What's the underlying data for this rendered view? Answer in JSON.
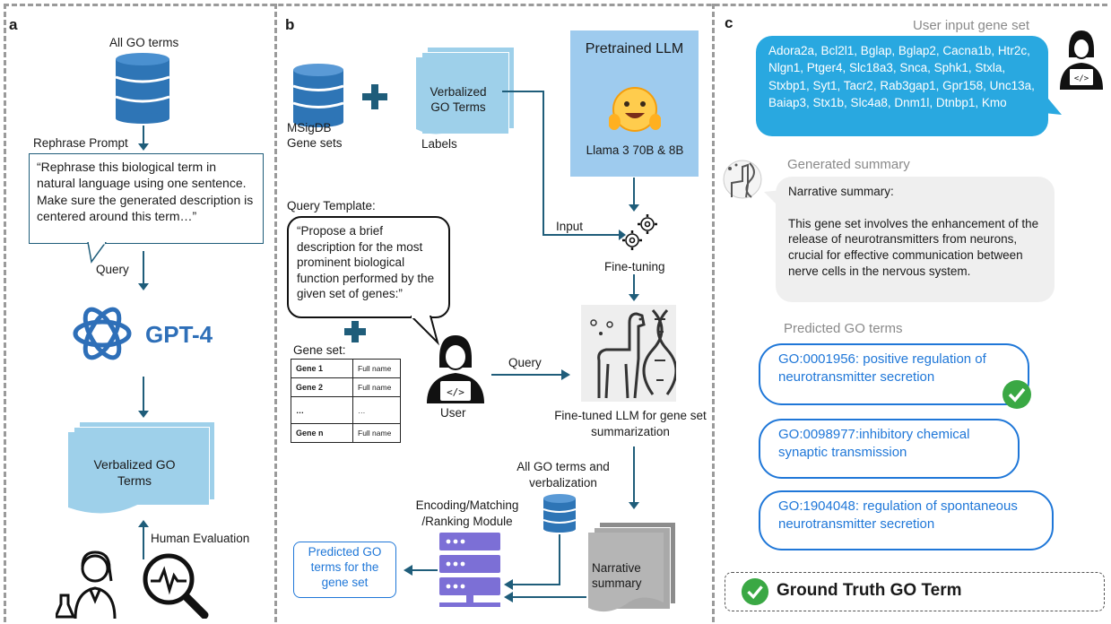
{
  "panels": {
    "a": "a",
    "b": "b",
    "c": "c"
  },
  "panel_a": {
    "all_go_terms": "All GO terms",
    "rephrase_prompt_label": "Rephrase Prompt",
    "rephrase_prompt_text": "“Rephrase this biological term in natural language using one sentence. Make sure the generated description is centered around this term…”",
    "query_label": "Query",
    "gpt4_label": "GPT-4",
    "verbalized_go_terms": "Verbalized GO Terms",
    "human_evaluation": "Human Evaluation"
  },
  "panel_b": {
    "msigdb_label": "MSigDB Gene sets",
    "verbalized_go_terms": "Verbalized GO Terms",
    "labels": "Labels",
    "pretrained_llm": "Pretrained LLM",
    "llama_label": "Llama 3 70B & 8B",
    "input_label": "Input",
    "fine_tuning": "Fine-tuning",
    "query_template_label": "Query Template:",
    "query_template_text": "“Propose a brief description for the most prominent biological function performed by the given set of genes:”",
    "gene_set_label": "Gene set:",
    "gene_table": [
      {
        "gene": "Gene 1",
        "name": "Full name"
      },
      {
        "gene": "Gene 2",
        "name": "Full name"
      },
      {
        "gene": "…",
        "name": "…"
      },
      {
        "gene": "Gene n",
        "name": "Full name"
      }
    ],
    "user_label": "User",
    "query_label": "Query",
    "fine_tuned_llm": "Fine-tuned LLM for gene set summarization",
    "all_go_terms_verbalization": "All GO terms and verbalization",
    "encoding_module": "Encoding/Matching /Ranking Module",
    "narrative_summary": "Narrative summary",
    "predicted_go_terms": "Predicted GO terms for the gene set"
  },
  "panel_c": {
    "user_input_title": "User input gene set",
    "gene_list": "Adora2a, Bcl2l1, Bglap, Bglap2, Cacna1b, Htr2c, Nlgn1, Ptger4, Slc18a3, Snca, Sphk1, Stxla, Stxbp1, Syt1, Tacr2, Rab3gap1, Gpr158, Unc13a, Baiap3, Stx1b, Slc4a8, Dnm1l, Dtnbp1, Kmo",
    "generated_summary_title": "Generated summary",
    "narrative_summary_heading": "Narrative summary:",
    "narrative_summary_text": "This gene set involves the enhancement of the release of neurotransmitters from neurons, crucial for effective communication between nerve cells in the nervous system.",
    "predicted_go_terms_title": "Predicted GO terms",
    "predicted_terms": [
      "GO:0001956: positive regulation of neurotransmitter secretion",
      "GO:0098977:inhibitory chemical synaptic transmission",
      "GO:1904048: regulation of spontaneous neurotransmitter secretion"
    ],
    "ground_truth_label": "Ground Truth GO Term"
  },
  "colors": {
    "db_blue": "#2e75b6",
    "doc_blue": "#9ed0ea",
    "llm_panel": "#9ecbee",
    "arrow": "#1f5d7a",
    "pill_blue": "#1f77d8",
    "bubble_blue": "#29a8e0",
    "check_green": "#3aa844",
    "server_purple": "#7c6fd6"
  }
}
